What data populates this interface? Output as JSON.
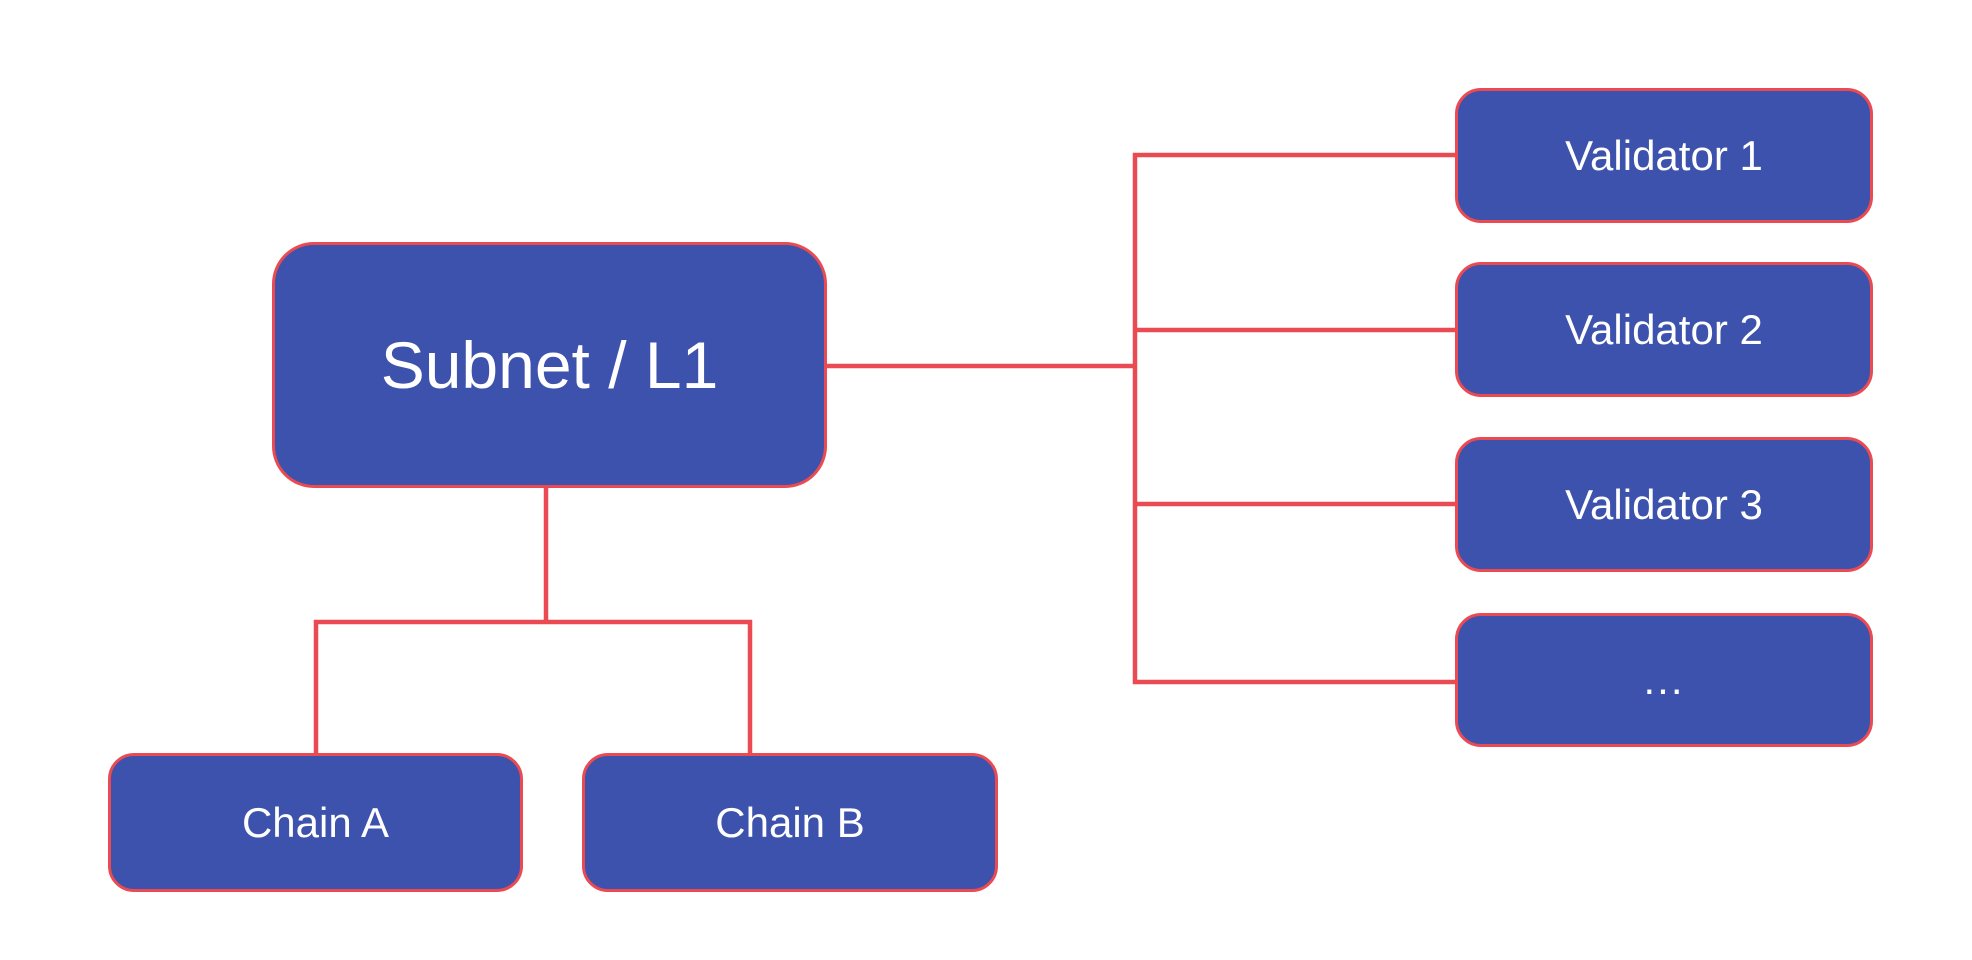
{
  "diagram": {
    "title": "Subnet / L1 validators and chains diagram",
    "colors": {
      "background": "#ffffff",
      "node_fill": "#3d52ac",
      "line": "#ea4a51",
      "label": "#ffffff"
    },
    "root": {
      "label": "Subnet / L1"
    },
    "chains": [
      {
        "label": "Chain A"
      },
      {
        "label": "Chain B"
      }
    ],
    "validators": [
      {
        "label": "Validator 1"
      },
      {
        "label": "Validator 2"
      },
      {
        "label": "Validator 3"
      },
      {
        "label": "..."
      }
    ]
  }
}
